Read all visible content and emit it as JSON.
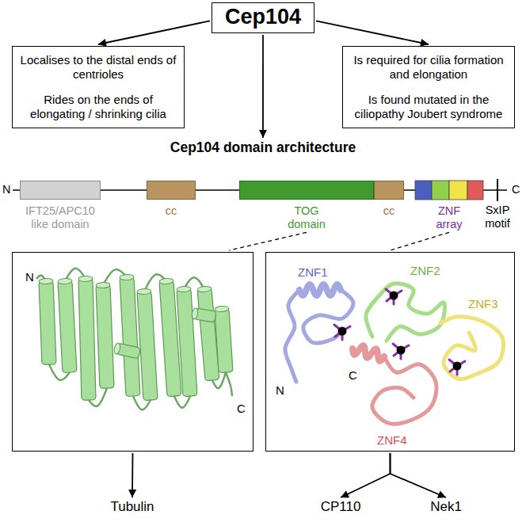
{
  "diagram": {
    "nodes": [
      {
        "text": [
          "Cep104"
        ]
      },
      {
        "text": [
          "Localises to the distal ends of centrioles",
          "Rides on the ends of elongating / shrinking cilia"
        ]
      },
      {
        "text": [
          "Is required for cilia formation and elongation",
          "Is found mutated in the ciliopathy Joubert syndrome"
        ]
      },
      {
        "text": [
          "Cep104 domain architecture"
        ]
      },
      {
        "text": [
          "IFT25/APC10 like domain"
        ]
      },
      {
        "text": [
          "cc"
        ]
      },
      {
        "text": [
          "TOG domain"
        ]
      },
      {
        "text": [
          "cc"
        ]
      },
      {
        "text": [
          "ZNF array"
        ]
      },
      {
        "text": [
          "N",
          "C"
        ]
      },
      {
        "text": [
          "ZNF1",
          "ZNF2",
          "ZNF3",
          "ZNF4",
          "N",
          "C"
        ]
      },
      {
        "text": [
          "Tubulin"
        ]
      },
      {
        "text": [
          "CP110"
        ]
      },
      {
        "text": [
          "Nek1"
        ]
      }
    ],
    "edges": [
      {
        "from": 0,
        "to": 1,
        "arrow": "to"
      },
      {
        "from": 0,
        "to": 2,
        "arrow": "to"
      },
      {
        "from": 0,
        "to": 3,
        "arrow": "to"
      },
      {
        "from": 6,
        "to": 9,
        "arrow": "none"
      },
      {
        "from": 8,
        "to": 10,
        "arrow": "none"
      },
      {
        "from": 9,
        "to": 11,
        "arrow": "to"
      },
      {
        "from": 10,
        "to": 12,
        "arrow": "to"
      },
      {
        "from": 10,
        "to": 13,
        "arrow": "to"
      }
    ],
    "labels": [
      "N",
      "C",
      "SxIP motif"
    ]
  }
}
